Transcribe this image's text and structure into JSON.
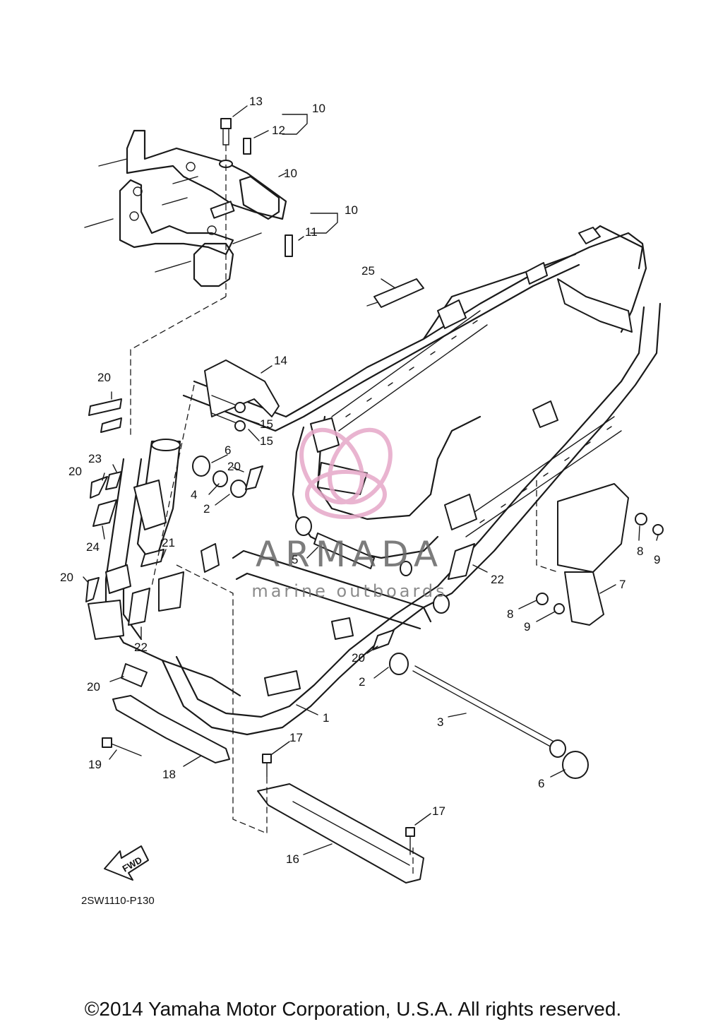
{
  "diagram": {
    "code": "2SW1110-P130",
    "fwd_label": "FWD",
    "copyright": "©2014 Yamaha Motor Corporation, U.S.A. All rights reserved.",
    "watermark": {
      "brand": "ARMADA",
      "tagline": "marine outboards",
      "color": "#e6a8c8"
    },
    "callouts": [
      "13",
      "10",
      "12",
      "10",
      "10",
      "11",
      "25",
      "14",
      "20",
      "15",
      "15",
      "6",
      "20",
      "23",
      "20",
      "4",
      "2",
      "24",
      "21",
      "5",
      "22",
      "8",
      "9",
      "7",
      "20",
      "8",
      "9",
      "22",
      "20",
      "20",
      "2",
      "1",
      "3",
      "6",
      "17",
      "19",
      "18",
      "17",
      "16"
    ]
  }
}
